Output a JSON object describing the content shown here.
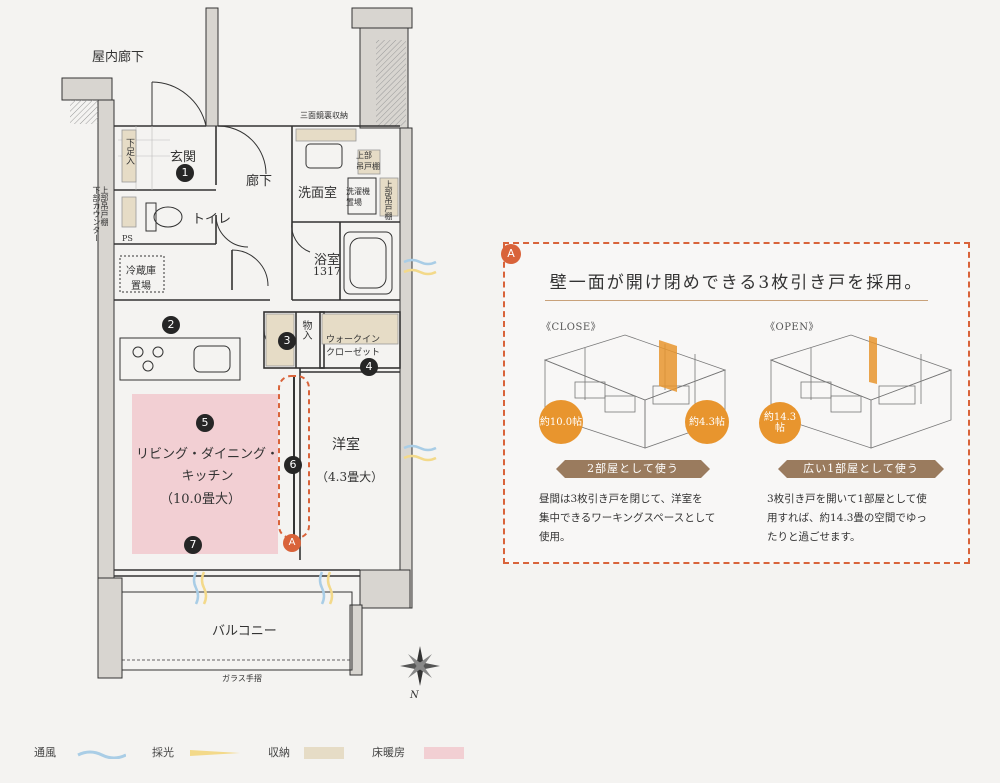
{
  "plan": {
    "corridor": "屋内廊下",
    "entrance": "玄関",
    "hallway": "廊下",
    "washroom": "洗面室",
    "toilet": "トイレ",
    "bath": "浴室",
    "bath_size": "1317",
    "shoe_storage": "下足入",
    "lower_counter": "上部吊戸棚\n下部カウンター",
    "ps": "PS",
    "fridge": "冷蔵庫\n置場",
    "three_mirror": "三面鏡裏収納",
    "upper_cabinet": "上部\n吊戸棚",
    "washer": "洗濯機\n置場",
    "upper_cabinet2": "上部吊戸棚",
    "storage": "物入",
    "walkin": "ウォークイン\nクローゼット",
    "living_name": "リビング・ダイニング・\nキッチン",
    "living_size": "（10.0畳大）",
    "western_name": "洋室",
    "western_size": "（4.3畳大）",
    "balcony": "バルコニー",
    "glass_rail": "ガラス手摺",
    "north": "N",
    "numbers": [
      "1",
      "2",
      "3",
      "4",
      "5",
      "6",
      "7"
    ],
    "marker": "A"
  },
  "callout": {
    "badge": "A",
    "title": "壁一面が開け閉めできる3枚引き戸を採用。",
    "close_label": "《CLOSE》",
    "open_label": "《OPEN》",
    "close_size_a": "約10.0帖",
    "close_size_b": "約4.3帖",
    "open_size": "約14.3帖",
    "close_pill": "2部屋として使う",
    "open_pill": "広い1部屋として使う",
    "close_desc": "昼間は3枚引き戸を閉じて、洋室を\n集中できるワーキングスペースとして\n使用。",
    "open_desc": "3枚引き戸を開いて1部屋として使\n用すれば、約14.3畳の空間でゆっ\nたりと過ごせます。"
  },
  "legend": {
    "ventilation": "通風",
    "daylight": "採光",
    "storage": "収納",
    "floor_heating": "床暖房"
  },
  "colors": {
    "accent": "#d9633a",
    "storage": "#e6dcc6",
    "floor_heating": "#f2cfd3",
    "ventilation": "#a9cde6",
    "daylight": "#f3d98a",
    "size_circle": "#e8952e",
    "pill": "#9a7b5e"
  }
}
